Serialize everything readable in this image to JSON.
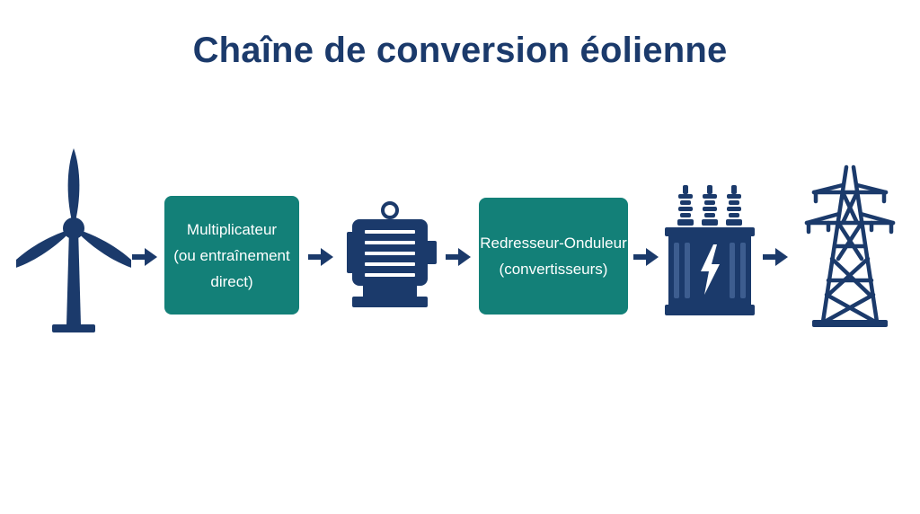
{
  "title": "Chaîne de conversion éolienne",
  "colors": {
    "navy": "#1b3a6b",
    "teal": "#138078",
    "background": "#ffffff"
  },
  "chain": [
    {
      "kind": "icon",
      "icon": "wind-turbine-icon"
    },
    {
      "kind": "box",
      "lines": [
        "Multiplicateur",
        "(ou entraînement",
        "direct)"
      ]
    },
    {
      "kind": "icon",
      "icon": "generator-icon"
    },
    {
      "kind": "box",
      "lines": [
        "Redresseur-Onduleur",
        "(convertisseurs)"
      ]
    },
    {
      "kind": "icon",
      "icon": "transformer-icon"
    },
    {
      "kind": "icon",
      "icon": "power-pylon-icon"
    }
  ]
}
